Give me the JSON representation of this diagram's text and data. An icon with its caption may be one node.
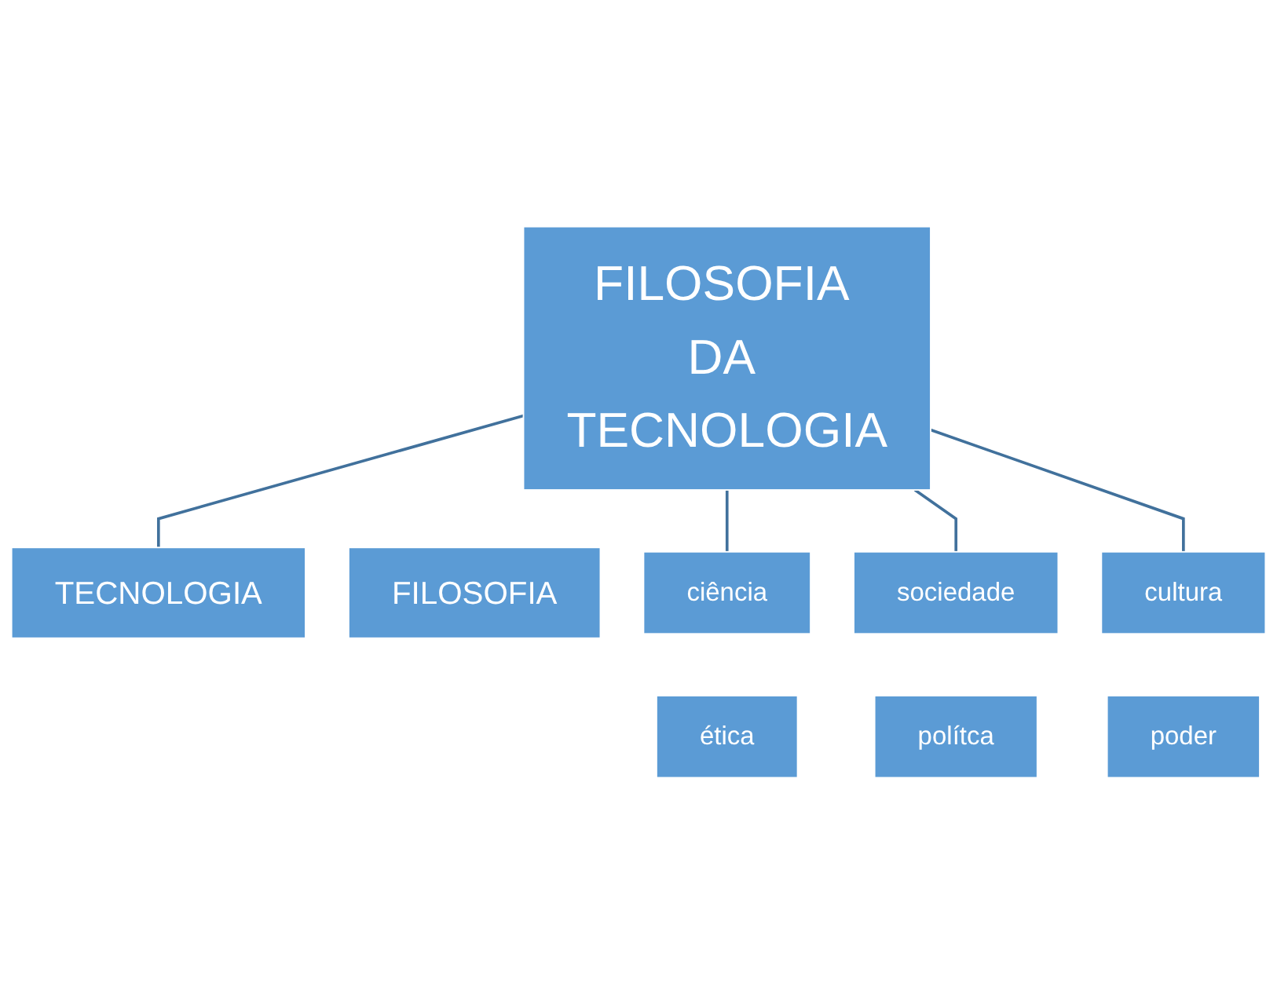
{
  "diagram": {
    "nodes": [
      {
        "text": [
          "FILOSOFIA DA TECNOLOGIA"
        ]
      },
      {
        "text": [
          "TECNOLOGIA"
        ]
      },
      {
        "text": [
          "FILOSOFIA"
        ]
      },
      {
        "text": [
          "ciência"
        ]
      },
      {
        "text": [
          "sociedade"
        ]
      },
      {
        "text": [
          "cultura"
        ]
      },
      {
        "text": [
          "ética"
        ]
      },
      {
        "text": [
          "polítca"
        ]
      },
      {
        "text": [
          "poder"
        ]
      }
    ],
    "edges": [
      {
        "from": 0,
        "to": 1,
        "arrow": "none"
      },
      {
        "from": 0,
        "to": 3,
        "arrow": "none"
      },
      {
        "from": 0,
        "to": 4,
        "arrow": "none"
      },
      {
        "from": 0,
        "to": 5,
        "arrow": "none"
      }
    ]
  }
}
